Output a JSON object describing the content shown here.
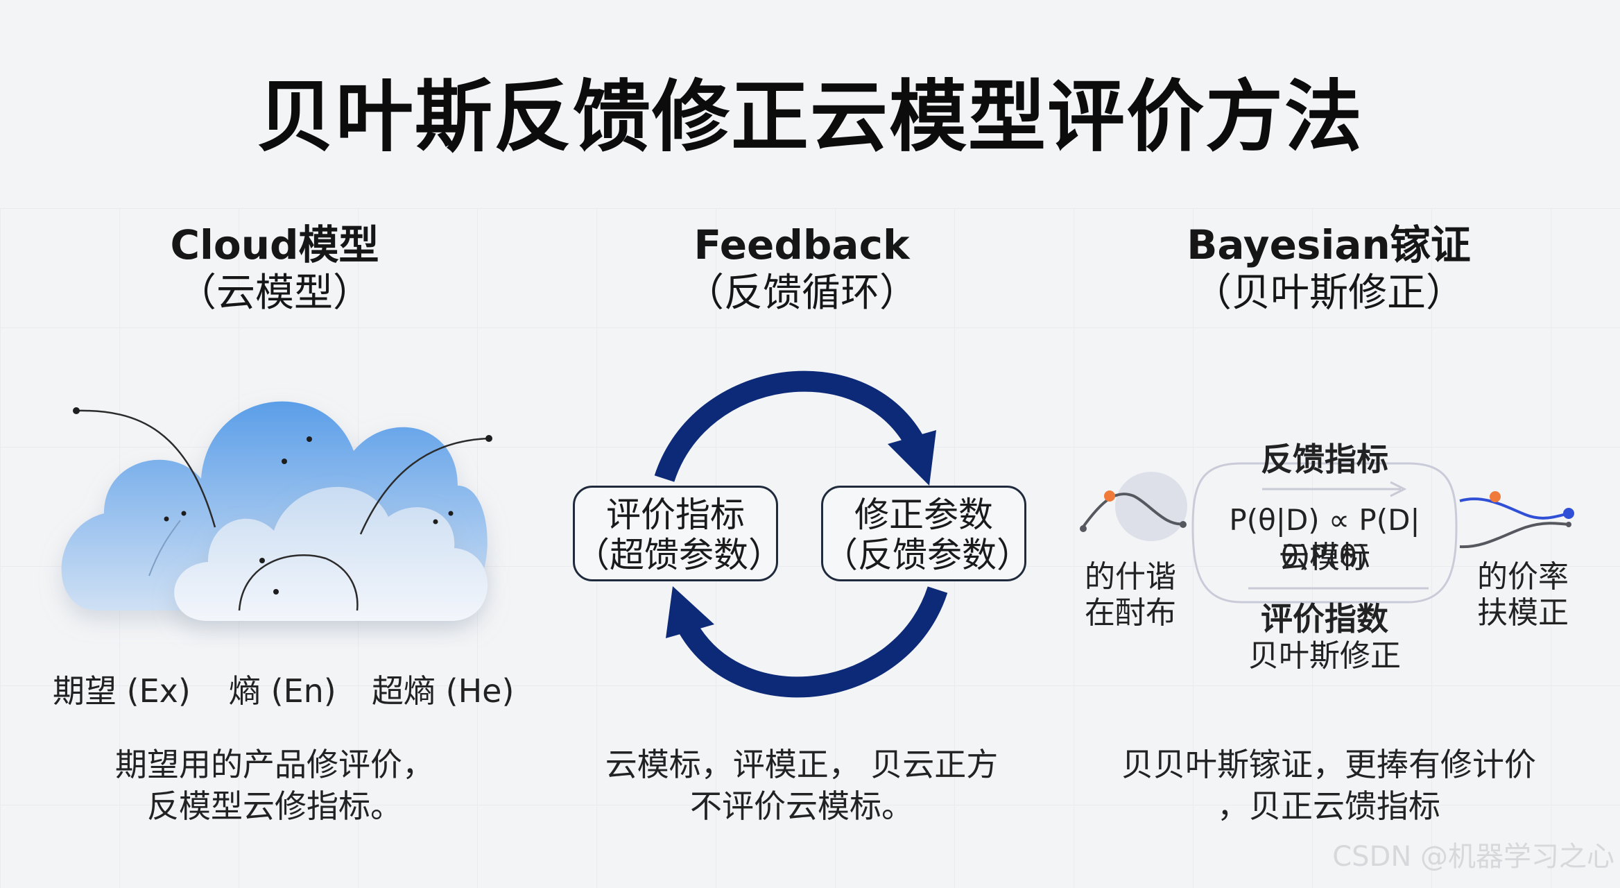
{
  "title": "贝叶斯反馈修正云模型评价方法",
  "columns": [
    {
      "heading": "Cloud模型",
      "subheading": "（云模型）",
      "params": [
        "期望 (Ex)",
        "熵 (En)",
        "超熵 (He)"
      ],
      "description_lines": [
        "期望用的产品修评价，",
        "反模型云修指标。"
      ]
    },
    {
      "heading": "Feedback",
      "subheading": "（反馈循环）",
      "boxes": [
        {
          "line1": "评价指标",
          "line2": "（超馈参数）"
        },
        {
          "line1": "修正参数",
          "line2": "（反馈参数）"
        }
      ],
      "description_lines": [
        "云模标，评模正， 贝云正方",
        "不评价云模标。"
      ]
    },
    {
      "heading": "Bayesian镓证",
      "subheading": "（贝叶斯修正）",
      "top_label": "反馈指标",
      "formula": "P(θ|D) ∝ P(D|θ)P(θ)",
      "formula_sub": "云模标",
      "bottom_label": "评价指数",
      "bottom_sub": "贝叶斯修正",
      "left_label_lines": [
        "的什谐",
        "在酎布"
      ],
      "right_label_lines": [
        "的价率",
        "扶模正"
      ],
      "description_lines": [
        "贝贝叶斯镓证，更捧有修计价",
        "，贝正云馈指标"
      ]
    }
  ],
  "watermark": "CSDN @机器学习之心",
  "colors": {
    "cycle_arrow": "#0d2a78",
    "accent_orange": "#f07a3a",
    "cloud_blue": "#5b9ee8",
    "curve_blue": "#2f4fd6"
  }
}
